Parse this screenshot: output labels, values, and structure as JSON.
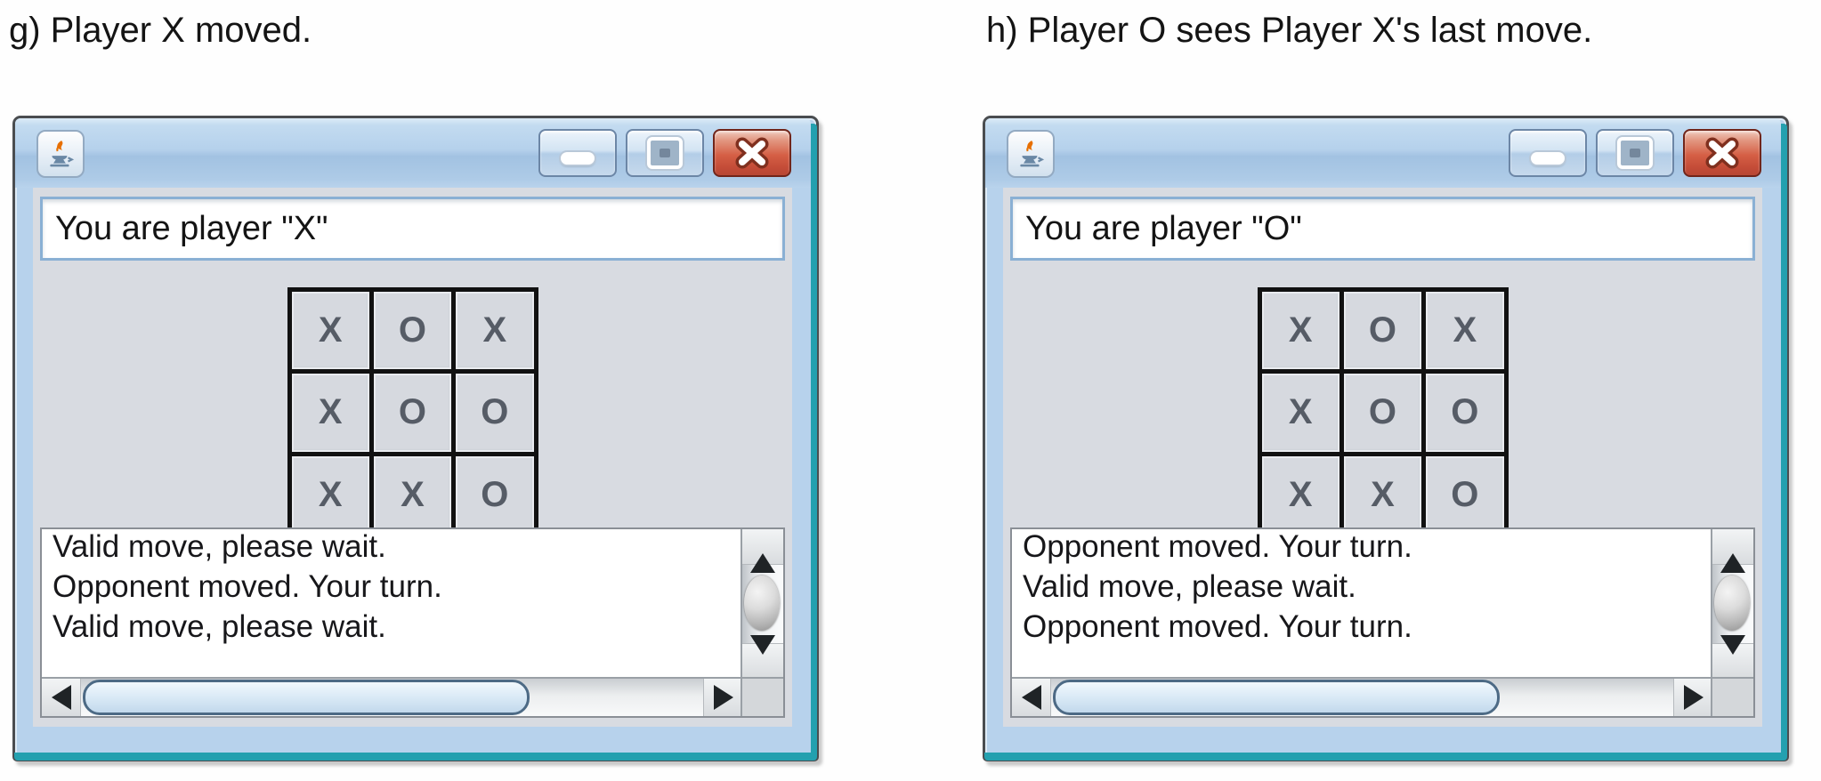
{
  "captions": [
    {
      "text": "g) Player X moved."
    },
    {
      "text": "h) Player O sees Player X's last move."
    }
  ],
  "icons": {
    "app": "java-coffee-cup-icon",
    "minimize": "minimize-icon",
    "maximize": "maximize-icon",
    "close": "close-icon",
    "scroll_up": "arrow-up-icon",
    "scroll_down": "arrow-down-icon",
    "scroll_left": "arrow-left-icon",
    "scroll_right": "arrow-right-icon"
  },
  "colors": {
    "titlebar_blue": "#b7d2ec",
    "frame_accent_teal": "#23a0af",
    "close_button_red": "#c94b36",
    "content_gray": "#d8dbe1",
    "board_line": "#111111",
    "board_mark_gray": "#565c66"
  },
  "windows": [
    {
      "name": "player-x-window",
      "status_text": "You are player \"X\"",
      "board": [
        [
          "X",
          "O",
          "X"
        ],
        [
          "X",
          "O",
          "O"
        ],
        [
          "X",
          "X",
          "O"
        ]
      ],
      "log_lines": [
        "Valid move, please wait.",
        "Opponent moved. Your turn.",
        "Valid move, please wait."
      ]
    },
    {
      "name": "player-o-window",
      "status_text": "You are player \"O\"",
      "board": [
        [
          "X",
          "O",
          "X"
        ],
        [
          "X",
          "O",
          "O"
        ],
        [
          "X",
          "X",
          "O"
        ]
      ],
      "log_lines": [
        "Opponent moved. Your turn.",
        "Valid move, please wait.",
        "Opponent moved. Your turn."
      ]
    }
  ]
}
